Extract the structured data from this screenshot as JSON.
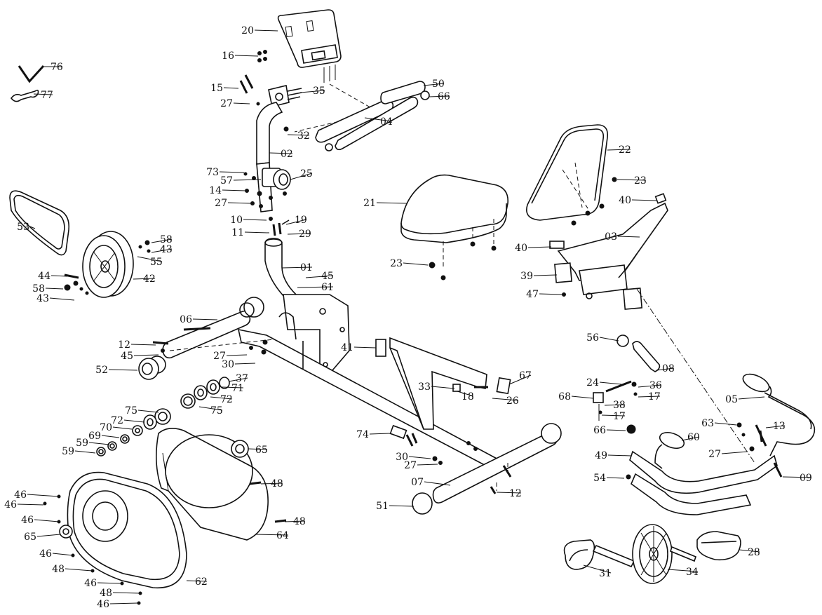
{
  "parts": [
    {
      "key": "p76",
      "text": "76"
    },
    {
      "key": "p77",
      "text": "77"
    },
    {
      "key": "p20",
      "text": "20"
    },
    {
      "key": "p16",
      "text": "16"
    },
    {
      "key": "p15",
      "text": "15"
    },
    {
      "key": "p35",
      "text": "35"
    },
    {
      "key": "p27a",
      "text": "27"
    },
    {
      "key": "p32",
      "text": "32"
    },
    {
      "key": "p50",
      "text": "50"
    },
    {
      "key": "p66a",
      "text": "66"
    },
    {
      "key": "p04",
      "text": "04"
    },
    {
      "key": "p02",
      "text": "02"
    },
    {
      "key": "p73",
      "text": "73"
    },
    {
      "key": "p57",
      "text": "57"
    },
    {
      "key": "p25",
      "text": "25"
    },
    {
      "key": "p14",
      "text": "14"
    },
    {
      "key": "p27b",
      "text": "27"
    },
    {
      "key": "p10",
      "text": "10"
    },
    {
      "key": "p19",
      "text": "19"
    },
    {
      "key": "p11",
      "text": "11"
    },
    {
      "key": "p29",
      "text": "29"
    },
    {
      "key": "p01",
      "text": "01"
    },
    {
      "key": "p45a",
      "text": "45"
    },
    {
      "key": "p61",
      "text": "61"
    },
    {
      "key": "p53",
      "text": "53"
    },
    {
      "key": "p58a",
      "text": "58"
    },
    {
      "key": "p43a",
      "text": "43"
    },
    {
      "key": "p55",
      "text": "55"
    },
    {
      "key": "p42",
      "text": "42"
    },
    {
      "key": "p44",
      "text": "44"
    },
    {
      "key": "p58b",
      "text": "58"
    },
    {
      "key": "p43b",
      "text": "43"
    },
    {
      "key": "p06",
      "text": "06"
    },
    {
      "key": "p12a",
      "text": "12"
    },
    {
      "key": "p45b",
      "text": "45"
    },
    {
      "key": "p52",
      "text": "52"
    },
    {
      "key": "p27c",
      "text": "27"
    },
    {
      "key": "p30a",
      "text": "30"
    },
    {
      "key": "p37",
      "text": "37"
    },
    {
      "key": "p71",
      "text": "71"
    },
    {
      "key": "p72a",
      "text": "72"
    },
    {
      "key": "p75a",
      "text": "75"
    },
    {
      "key": "p75b",
      "text": "75"
    },
    {
      "key": "p72b",
      "text": "72"
    },
    {
      "key": "p70",
      "text": "70"
    },
    {
      "key": "p69",
      "text": "69"
    },
    {
      "key": "p59a",
      "text": "59"
    },
    {
      "key": "p59b",
      "text": "59"
    },
    {
      "key": "p65a",
      "text": "65"
    },
    {
      "key": "p48a",
      "text": "48"
    },
    {
      "key": "p46a",
      "text": "46"
    },
    {
      "key": "p46b",
      "text": "46"
    },
    {
      "key": "p46c",
      "text": "46"
    },
    {
      "key": "p65b",
      "text": "65"
    },
    {
      "key": "p48b",
      "text": "48"
    },
    {
      "key": "p64",
      "text": "64"
    },
    {
      "key": "p46d",
      "text": "46"
    },
    {
      "key": "p48c",
      "text": "48"
    },
    {
      "key": "p46e",
      "text": "46"
    },
    {
      "key": "p48d",
      "text": "48"
    },
    {
      "key": "p46f",
      "text": "46"
    },
    {
      "key": "p62",
      "text": "62"
    },
    {
      "key": "p21",
      "text": "21"
    },
    {
      "key": "p23a",
      "text": "23"
    },
    {
      "key": "p22",
      "text": "22"
    },
    {
      "key": "p23b",
      "text": "23"
    },
    {
      "key": "p40a",
      "text": "40"
    },
    {
      "key": "p03",
      "text": "03"
    },
    {
      "key": "p40b",
      "text": "40"
    },
    {
      "key": "p39",
      "text": "39"
    },
    {
      "key": "p47",
      "text": "47"
    },
    {
      "key": "p41",
      "text": "41"
    },
    {
      "key": "p56",
      "text": "56"
    },
    {
      "key": "p08",
      "text": "08"
    },
    {
      "key": "p67",
      "text": "67"
    },
    {
      "key": "p33",
      "text": "33"
    },
    {
      "key": "p18",
      "text": "18"
    },
    {
      "key": "p26",
      "text": "26"
    },
    {
      "key": "p24",
      "text": "24"
    },
    {
      "key": "p36",
      "text": "36"
    },
    {
      "key": "p68",
      "text": "68"
    },
    {
      "key": "p17a",
      "text": "17"
    },
    {
      "key": "p38",
      "text": "38"
    },
    {
      "key": "p17b",
      "text": "17"
    },
    {
      "key": "p05",
      "text": "05"
    },
    {
      "key": "p63",
      "text": "63"
    },
    {
      "key": "p13",
      "text": "13"
    },
    {
      "key": "p66b",
      "text": "66"
    },
    {
      "key": "p60",
      "text": "60"
    },
    {
      "key": "p27d",
      "text": "27"
    },
    {
      "key": "p49",
      "text": "49"
    },
    {
      "key": "p09",
      "text": "09"
    },
    {
      "key": "p54",
      "text": "54"
    },
    {
      "key": "p74",
      "text": "74"
    },
    {
      "key": "p30b",
      "text": "30"
    },
    {
      "key": "p27e",
      "text": "27"
    },
    {
      "key": "p07",
      "text": "07"
    },
    {
      "key": "p12b",
      "text": "12"
    },
    {
      "key": "p51",
      "text": "51"
    },
    {
      "key": "p28",
      "text": "28"
    },
    {
      "key": "p31",
      "text": "31"
    },
    {
      "key": "p34",
      "text": "34"
    }
  ]
}
